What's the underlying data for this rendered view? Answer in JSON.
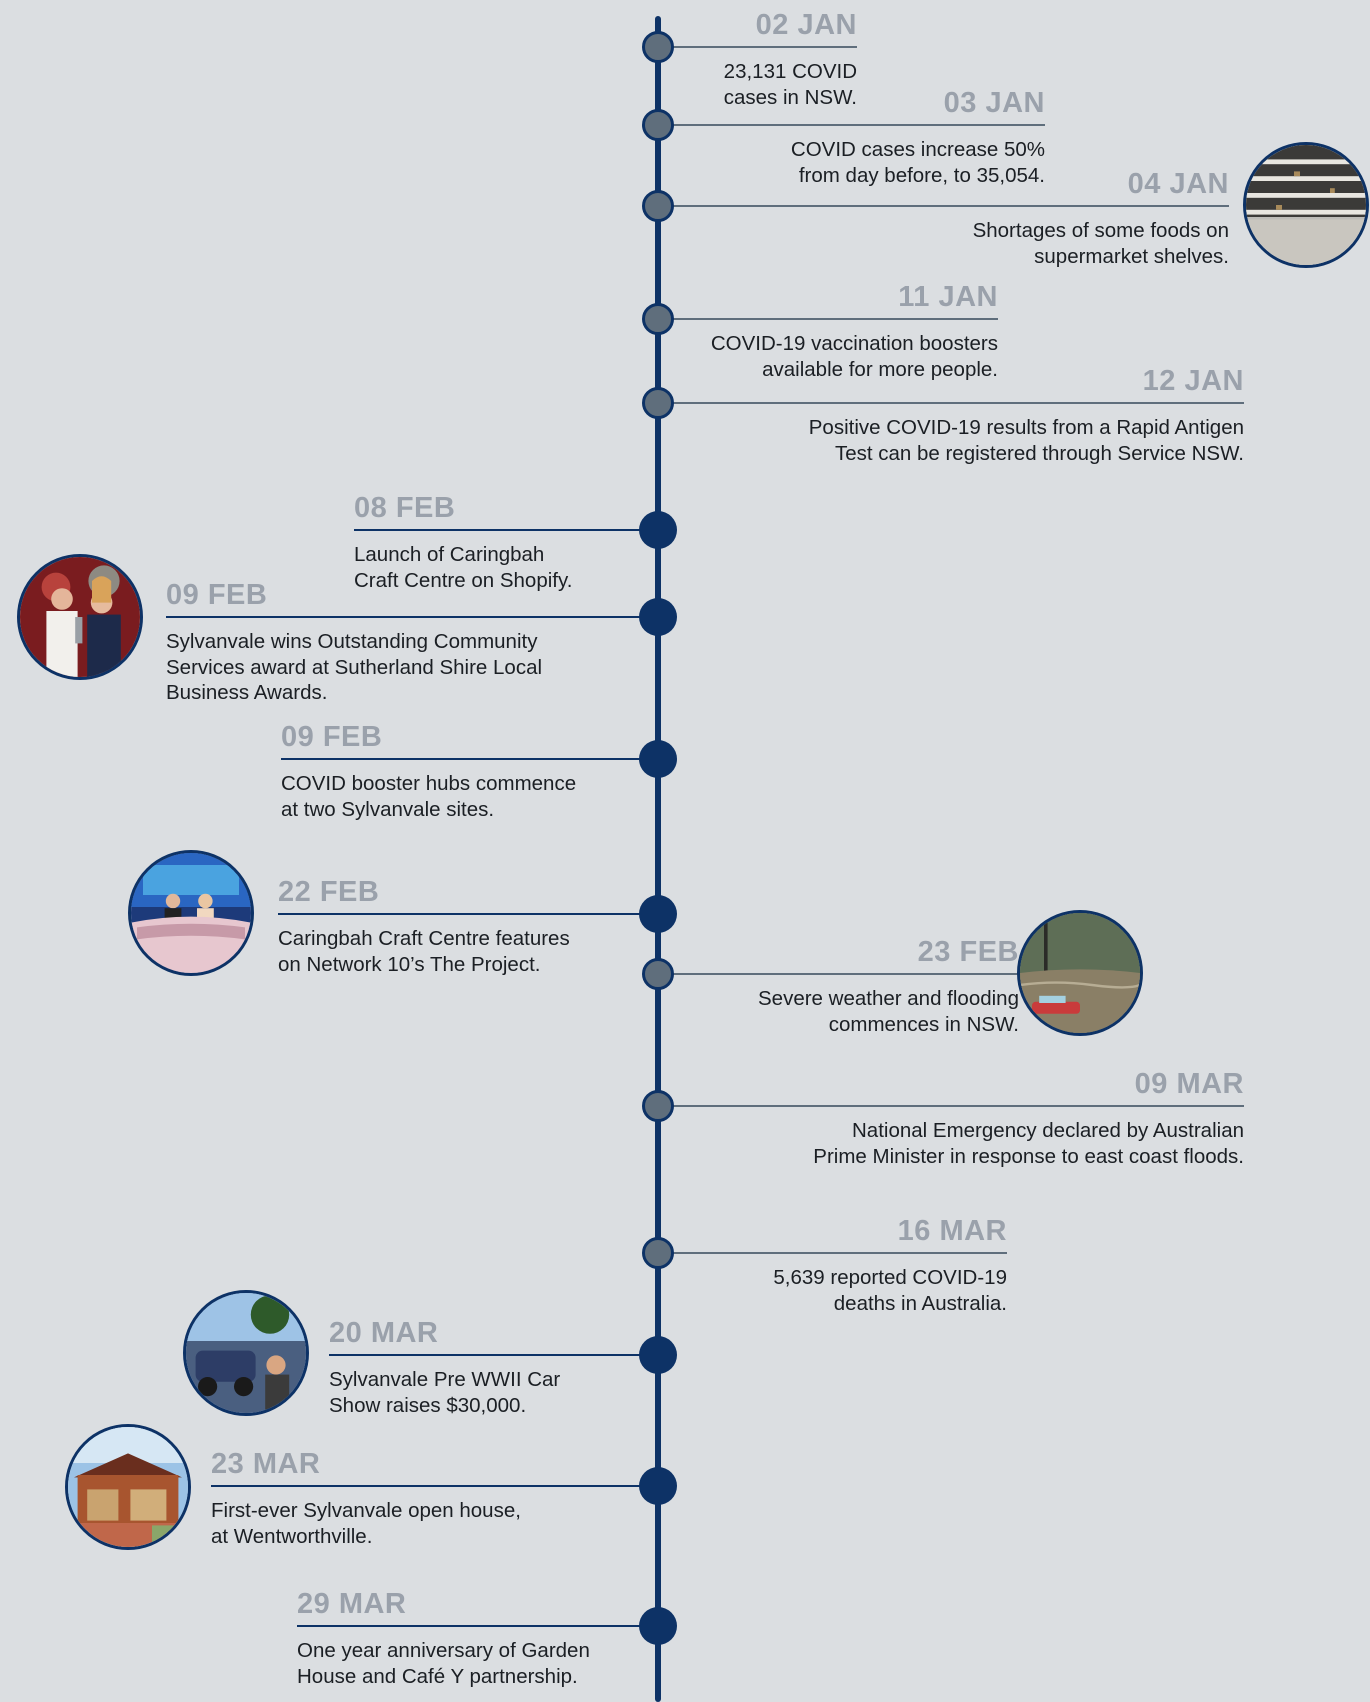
{
  "timeline": {
    "events": [
      {
        "date": "02 JAN",
        "text": "23,131 COVID\ncases in NSW.",
        "side": "right",
        "style": "small"
      },
      {
        "date": "03 JAN",
        "text": "COVID cases increase 50%\nfrom day before, to 35,054.",
        "side": "right",
        "style": "small"
      },
      {
        "date": "04 JAN",
        "text": "Shortages of some foods on\nsupermarket shelves.",
        "side": "right",
        "style": "small",
        "photo": "empty-supermarket-shelves"
      },
      {
        "date": "11 JAN",
        "text": "COVID-19 vaccination boosters\navailable for more people.",
        "side": "right",
        "style": "small"
      },
      {
        "date": "12 JAN",
        "text": "Positive COVID-19 results from a Rapid Antigen\nTest can be registered through Service NSW.",
        "side": "right",
        "style": "small"
      },
      {
        "date": "08 FEB",
        "text": "Launch of Caringbah\nCraft Centre on Shopify.",
        "side": "left",
        "style": "big"
      },
      {
        "date": "09 FEB",
        "text": "Sylvanvale wins Outstanding Community\nServices award at Sutherland Shire Local\nBusiness Awards.",
        "side": "left",
        "style": "big",
        "photo": "award-winners"
      },
      {
        "date": "09 FEB",
        "text": "COVID booster hubs commence\nat two Sylvanvale sites.",
        "side": "left",
        "style": "big"
      },
      {
        "date": "22 FEB",
        "text": "Caringbah Craft Centre features\non Network 10’s The Project.",
        "side": "left",
        "style": "big",
        "photo": "tv-studio"
      },
      {
        "date": "23 FEB",
        "text": "Severe weather and flooding\ncommences in NSW.",
        "side": "right",
        "style": "small",
        "photo": "flooded-car"
      },
      {
        "date": "09 MAR",
        "text": "National Emergency declared by Australian\nPrime Minister in response to east coast floods.",
        "side": "right",
        "style": "small"
      },
      {
        "date": "16 MAR",
        "text": "5,639 reported COVID-19\ndeaths in Australia.",
        "side": "right",
        "style": "small"
      },
      {
        "date": "20 MAR",
        "text": "Sylvanvale Pre WWII Car\nShow raises $30,000.",
        "side": "left",
        "style": "big",
        "photo": "vintage-cars"
      },
      {
        "date": "23 MAR",
        "text": "First-ever Sylvanvale open house,\nat Wentworthville.",
        "side": "left",
        "style": "big",
        "photo": "brick-house"
      },
      {
        "date": "29 MAR",
        "text": "One year anniversary of Garden\nHouse and Café Y partnership.",
        "side": "left",
        "style": "big"
      }
    ]
  },
  "colors": {
    "axis": "#0d3266",
    "past_node": "#5f6e7c",
    "connector_right": "#5f6e7c",
    "connector_left": "#0d3266",
    "date": "#9aa1ab",
    "background": "#dbdee1"
  }
}
